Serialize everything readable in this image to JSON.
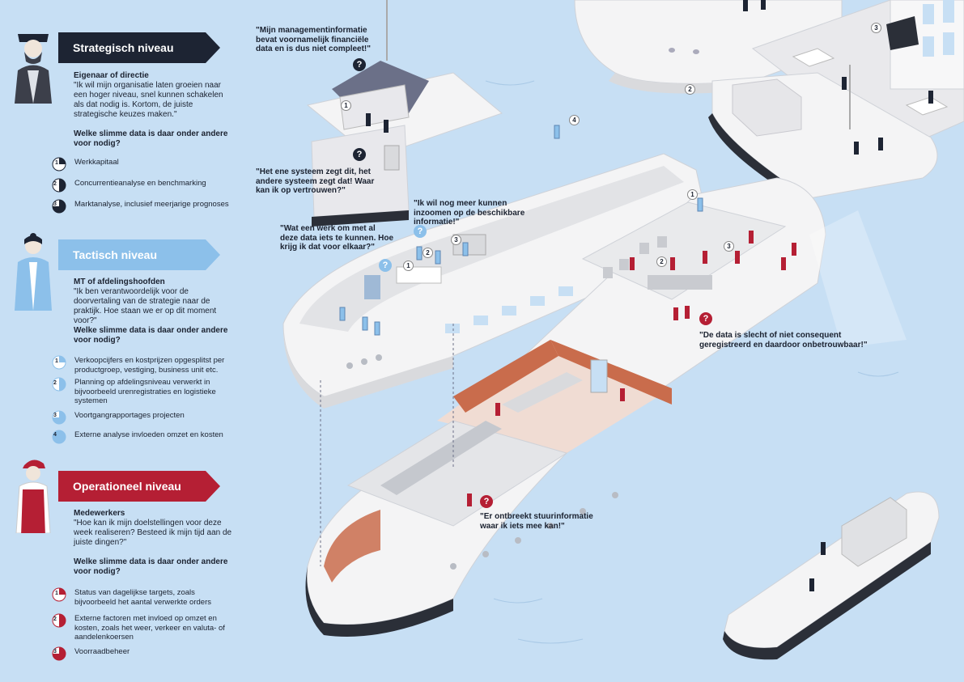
{
  "strategic": {
    "banner": "Strategisch niveau",
    "role_title": "Eigenaar of directie",
    "role_quote": "\"Ik wil mijn organisatie laten groeien naar een hoger niveau, snel kunnen schakelen als dat nodig is. Kortom, de juiste strategische keuzes maken.\"",
    "question": "Welke slimme data is daar onder andere voor nodig?",
    "items": [
      {
        "num": "1",
        "text": "Werkkapitaal"
      },
      {
        "num": "2",
        "text": "Concurrentieanalyse en benchmarking"
      },
      {
        "num": "3",
        "text": "Marktanalyse, inclusief meerjarige prognoses"
      }
    ]
  },
  "tactical": {
    "banner": "Tactisch niveau",
    "role_title": "MT of afdelingshoofden",
    "role_quote": "\"Ik ben verantwoordelijk voor de doorvertaling van de strategie naar de praktijk. Hoe staan we er op dit moment voor?\"",
    "question": "Welke slimme data is daar onder andere voor nodig?",
    "items": [
      {
        "num": "1",
        "text": "Verkoopcijfers en kostprijzen opgesplitst per productgroep, vestiging, business unit etc."
      },
      {
        "num": "2",
        "text": "Planning op afdelingsniveau verwerkt in bijvoorbeeld urenregistraties en logistieke systemen"
      },
      {
        "num": "3",
        "text": "Voortgangrapportages projecten"
      },
      {
        "num": "4",
        "text": "Externe analyse invloeden omzet en kosten"
      }
    ]
  },
  "operational": {
    "banner": "Operationeel niveau",
    "role_title": "Medewerkers",
    "role_quote": "\"Hoe kan ik mijn doelstellingen voor deze week realiseren? Besteed ik mijn tijd aan de juiste dingen?\"",
    "question": "Welke slimme data is daar onder andere voor nodig?",
    "items": [
      {
        "num": "1",
        "text": "Status van dagelijkse targets, zoals bijvoorbeeld het aantal verwerkte orders"
      },
      {
        "num": "2",
        "text": "Externe factoren met invloed op omzet en kosten, zoals het weer, verkeer en valuta- of aandelenkoersen"
      },
      {
        "num": "3",
        "text": "Voorraadbeheer"
      }
    ]
  },
  "callouts": {
    "management_info": "\"Mijn managementinformatie bevat voornamelijk financiële data en is dus niet compleet!\"",
    "systems": "\"Het ene systeem zegt dit, het andere systeem zegt dat! Waar kan ik op vertrouwen?\"",
    "zoom": "\"Ik wil nog meer kunnen inzoomen op de beschikbare informatie!\"",
    "work": "\"Wat een werk om met al deze data iets te kunnen. Hoe krijg ik dat voor elkaar?\"",
    "inconsistent": "\"De data is slecht of niet consequent geregistreerd en daardoor onbetrouwbaar!\"",
    "steering": "\"Er ontbreekt stuurinformatie waar ik iets mee kan!\""
  },
  "markers": {
    "question_mark": "?",
    "scene_numbers": [
      "1",
      "2",
      "3",
      "4",
      "1",
      "2",
      "3",
      "1",
      "2",
      "3"
    ]
  },
  "colors": {
    "water": "#c7dff4",
    "strategic": "#1d2433",
    "tactical": "#8cc0ea",
    "operational": "#b51f34",
    "ship_white": "#f4f4f5",
    "ship_grey": "#d9dadd",
    "ship_dark": "#2b2f38",
    "copper": "#c96c4c"
  }
}
